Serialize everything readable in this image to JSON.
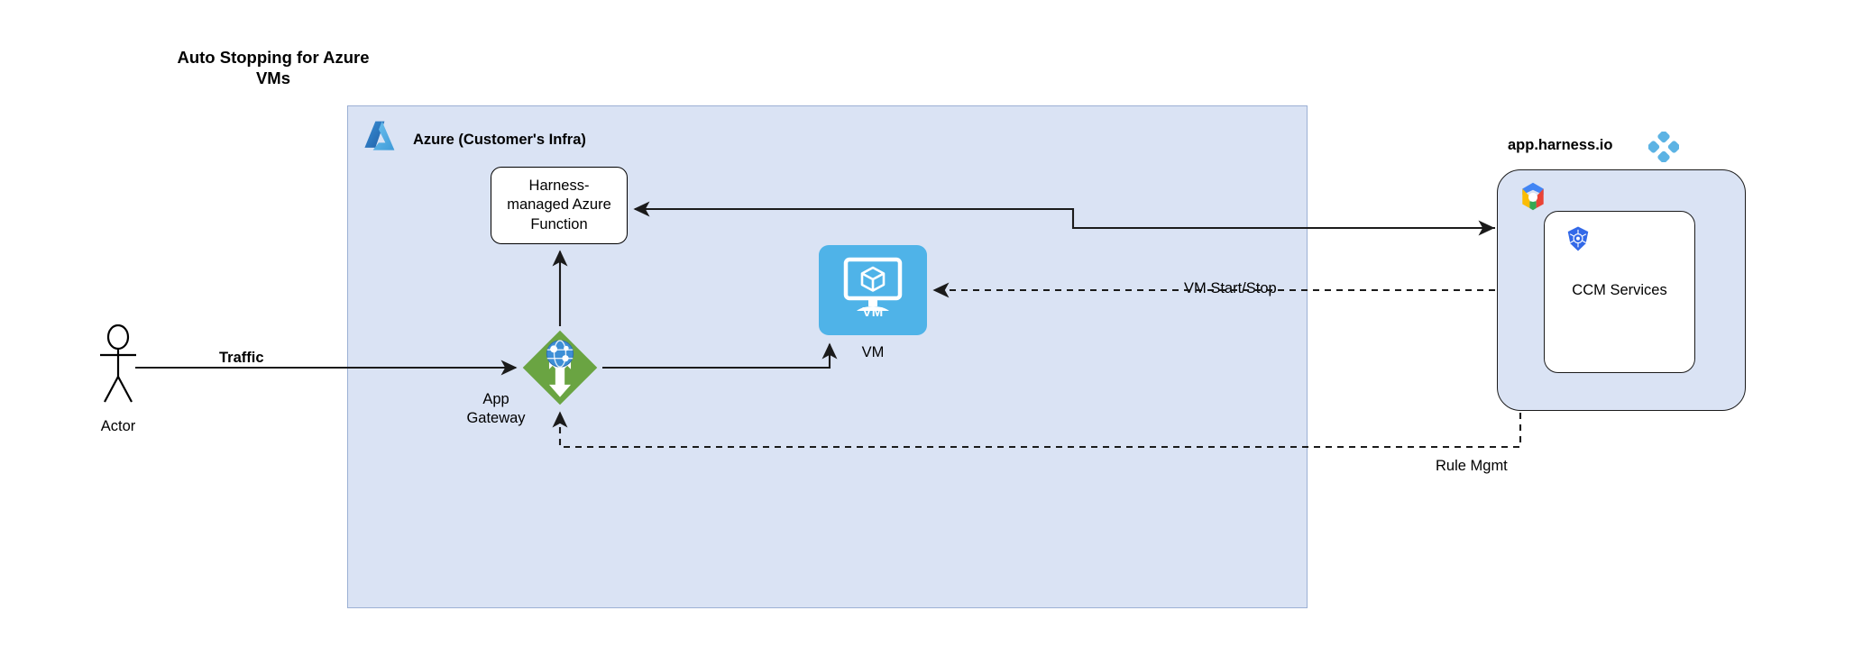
{
  "title": "Auto Stopping for Azure\nVMs",
  "containers": {
    "azure": {
      "label": "Azure (Customer's Infra)",
      "logo_icon": "azure-logo",
      "fill": "#dae3f4",
      "stroke": "#9cb0d4"
    },
    "harness": {
      "label": "app.harness.io",
      "logo_icon": "harness-logo",
      "cloud_logo_icon": "google-cloud-logo",
      "fill": "#dae3f4",
      "stroke": "#1b1b1b"
    }
  },
  "nodes": {
    "actor": {
      "label": "Actor",
      "icon": "actor-stick-figure-icon"
    },
    "app_gateway": {
      "label": "App\nGateway",
      "icon": "app-gateway-icon",
      "fill": "#6aa442"
    },
    "azure_function": {
      "label": "Harness-\nmanaged Azure\nFunction",
      "fill": "#ffffff"
    },
    "vm": {
      "label": "VM",
      "inner_label": "VM",
      "icon": "virtual-machine-icon",
      "fill": "#4fb3e8"
    },
    "ccm_services": {
      "label": "CCM Services",
      "icon": "kubernetes-logo",
      "fill": "#ffffff"
    }
  },
  "edges": [
    {
      "id": "traffic",
      "label": "Traffic",
      "style": "solid",
      "bold_label": true,
      "from": "actor",
      "to": "app_gateway"
    },
    {
      "id": "gateway-to-vm",
      "label": "",
      "style": "solid",
      "from": "app_gateway",
      "to": "vm"
    },
    {
      "id": "gateway-to-function",
      "label": "",
      "style": "solid",
      "from": "app_gateway",
      "to": "azure_function"
    },
    {
      "id": "harness-to-function",
      "label": "",
      "style": "solid",
      "from": "ccm_services",
      "to": "azure_function"
    },
    {
      "id": "vm-start-stop",
      "label": "VM Start/Stop",
      "style": "dashed",
      "from": "ccm_services",
      "to": "vm"
    },
    {
      "id": "rule-mgmt",
      "label": "Rule Mgmt",
      "style": "dashed",
      "from": "harness",
      "to": "app_gateway"
    }
  ],
  "colors": {
    "container_fill": "#dae3f4",
    "azure_blue": "#0089d6",
    "gateway_green": "#6aa442",
    "vm_blue": "#4fb3e8",
    "harness_blue": "#5cb3e4",
    "kubernetes_blue": "#3369e8",
    "line": "#1b1b1b"
  }
}
